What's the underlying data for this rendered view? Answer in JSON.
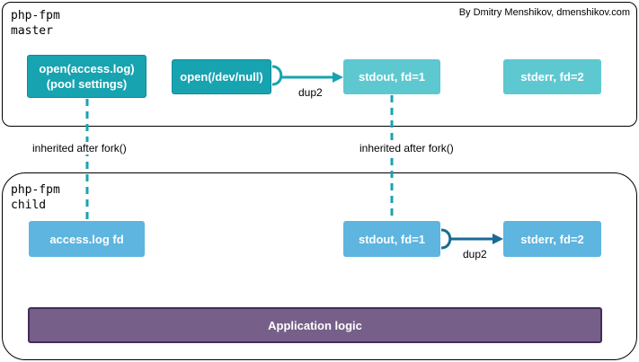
{
  "credit": "By Dmitry Menshikov, dmenshikov.com",
  "master": {
    "title_line1": "php-fpm",
    "title_line2": "master",
    "boxes": {
      "open_access_line1": "open(access.log)",
      "open_access_line2": "(pool settings)",
      "open_devnull": "open(/dev/null)",
      "stdout": "stdout, fd=1",
      "stderr": "stderr, fd=2"
    }
  },
  "child": {
    "title_line1": "php-fpm",
    "title_line2": "child",
    "boxes": {
      "access_log_fd": "access.log fd",
      "stdout": "stdout, fd=1",
      "stderr": "stderr, fd=2",
      "app_logic": "Application logic"
    }
  },
  "labels": {
    "inherited_left": "inherited after fork()",
    "inherited_right": "inherited after fork()",
    "dup2_top": "dup2",
    "dup2_bottom": "dup2"
  },
  "colors": {
    "dark_teal": "#18a3b0",
    "light_teal": "#5ec8d1",
    "child_blue": "#5db5e0",
    "app_purple": "#76608a",
    "connector": "#18a3b0"
  }
}
